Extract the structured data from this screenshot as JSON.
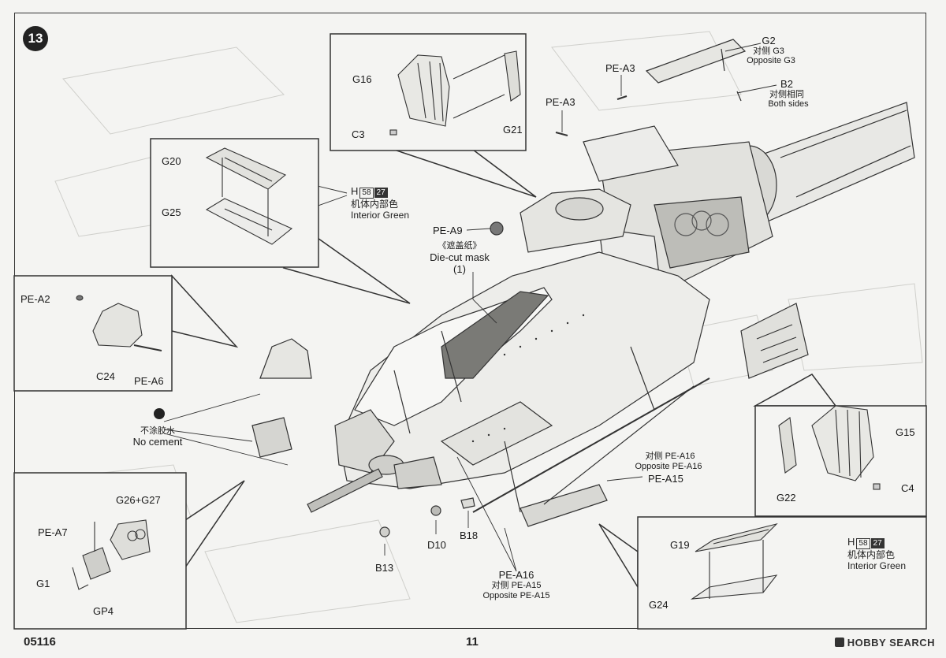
{
  "step_number": "13",
  "page_number": "11",
  "kit_number": "05116",
  "brand": "HOBBY SEARCH",
  "labels": {
    "g16": "G16",
    "c3": "C3",
    "g21": "G21",
    "g20": "G20",
    "g25": "G25",
    "pe_a2": "PE-A2",
    "c24": "C24",
    "pe_a6": "PE-A6",
    "pe_a3_top": "PE-A3",
    "pe_a3_mid": "PE-A3",
    "g2": "G2",
    "g2_zh": "对侧 G3",
    "g2_en": "Opposite G3",
    "b2": "B2",
    "b2_zh": "对侧相同",
    "b2_en": "Both sides",
    "pe_a9": "PE-A9",
    "mask_zh": "《遮盖纸》",
    "mask_en": "Die-cut mask",
    "mask_qty": "(1)",
    "no_cement_zh": "不涂胶水",
    "no_cement_en": "No cement",
    "g26_g27": "G26+G27",
    "pe_a7": "PE-A7",
    "g1": "G1",
    "gp4": "GP4",
    "b13": "B13",
    "d10": "D10",
    "b18": "B18",
    "pe_a16_bot": "PE-A16",
    "pe_a16_bot_zh": "对侧 PE-A15",
    "pe_a16_bot_en": "Opposite PE-A15",
    "pe_a16_zh": "对侧 PE-A16",
    "pe_a16_en": "Opposite PE-A16",
    "pe_a15": "PE-A15",
    "g15": "G15",
    "g22": "G22",
    "c4": "C4",
    "g19": "G19",
    "g24": "G24"
  },
  "paint_callouts": [
    {
      "letter": "H",
      "code1": "58",
      "code2": "27",
      "zh": "机体内部色",
      "en": "Interior Green"
    },
    {
      "letter": "H",
      "code1": "58",
      "code2": "27",
      "zh": "机体内部色",
      "en": "Interior Green"
    }
  ]
}
